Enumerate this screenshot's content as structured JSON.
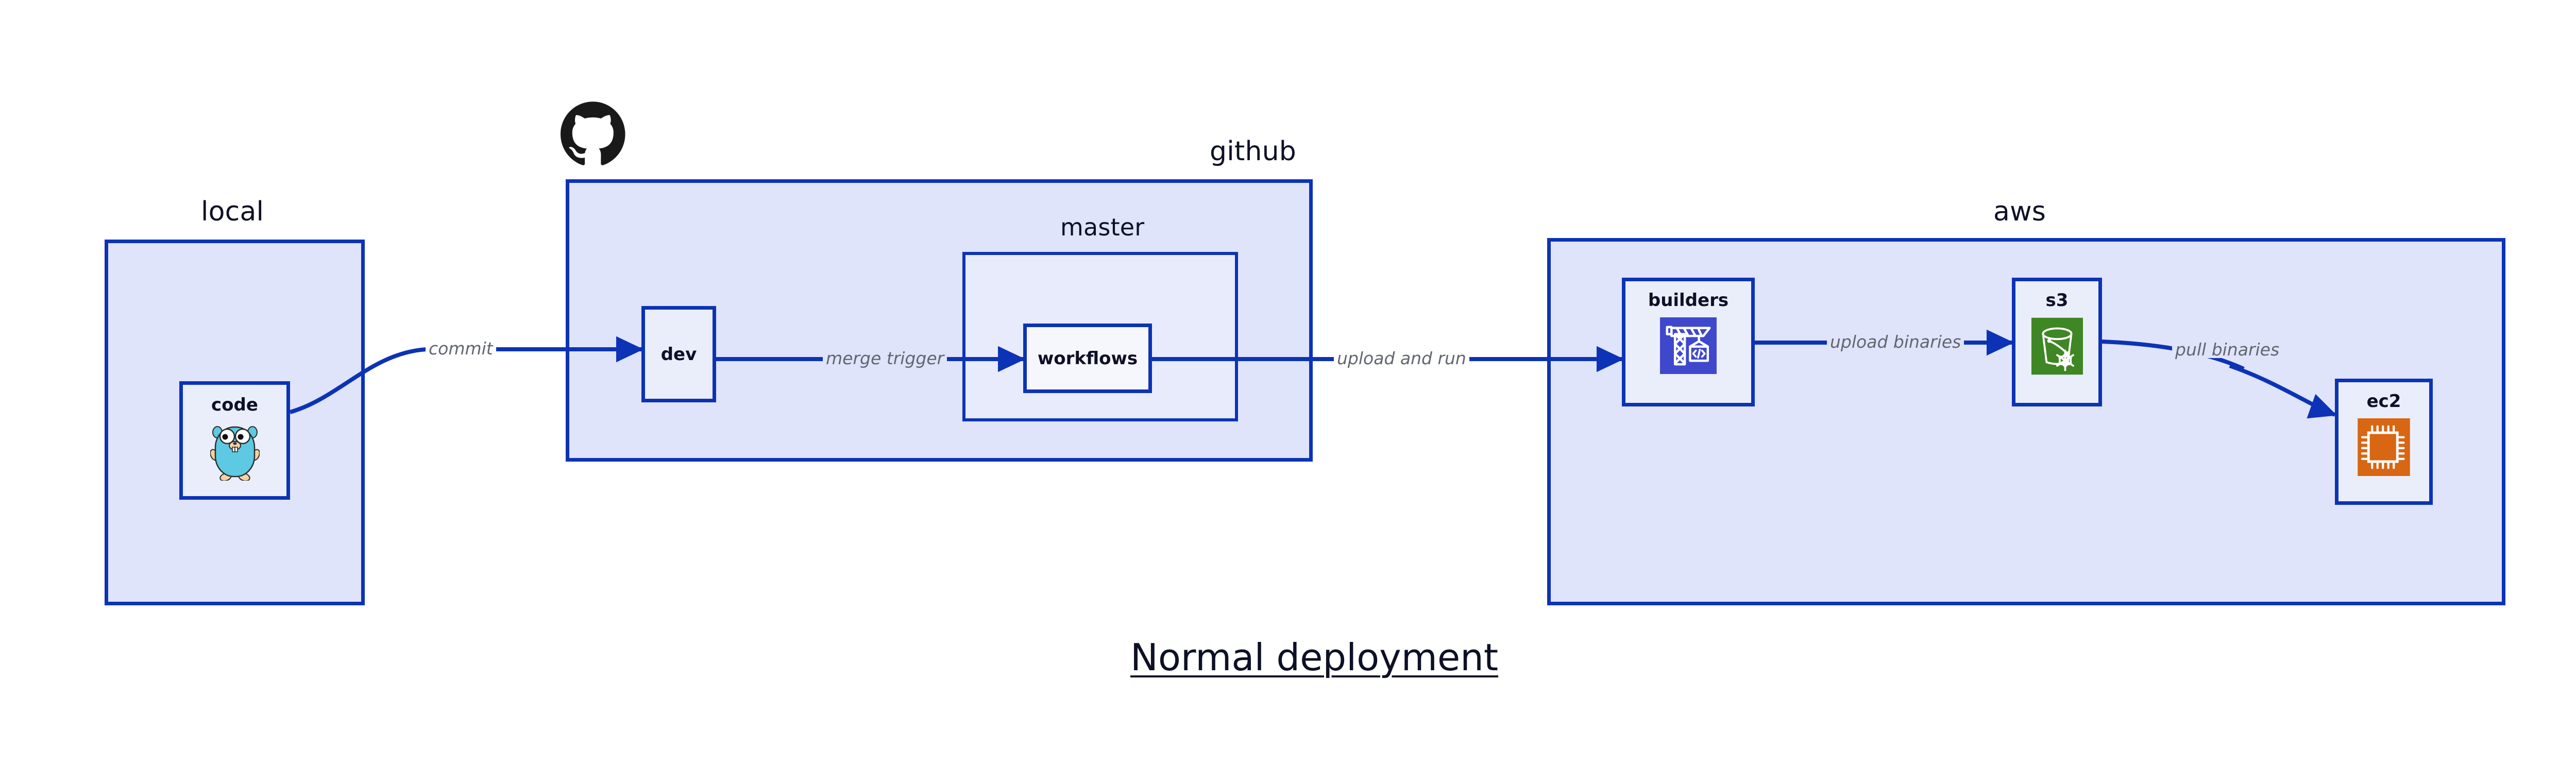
{
  "title": "Normal deployment",
  "colors": {
    "group_fill": "#dfe4fb",
    "nested_fill": "#e7ebfb",
    "node_fill": "#eaeefb",
    "node_fill_white": "#f6f7fd",
    "border_blue": "#0c33b5",
    "edge_blue": "#0c33b5",
    "text_dark": "#0d1026",
    "edge_label_gray": "#61666f",
    "page_bg": "#ffffff",
    "octocat_black": "#191919",
    "gopher_body": "#5dc9e2",
    "gopher_limb": "#f6d2a2",
    "builders_indigo": "#3f48cc",
    "s3_green": "#3f8624",
    "ec2_orange": "#d86613"
  },
  "groups": [
    {
      "id": "local",
      "label": "local"
    },
    {
      "id": "github",
      "label": "github"
    },
    {
      "id": "master",
      "label": "master"
    },
    {
      "id": "aws",
      "label": "aws"
    }
  ],
  "nodes": [
    {
      "id": "code",
      "label": "code",
      "icon": "go-gopher-icon"
    },
    {
      "id": "dev",
      "label": "dev",
      "icon": "none"
    },
    {
      "id": "workflows",
      "label": "workflows",
      "icon": "none"
    },
    {
      "id": "builders",
      "label": "builders",
      "icon": "aws-builders-crane-icon"
    },
    {
      "id": "s3",
      "label": "s3",
      "icon": "aws-s3-glacier-bucket-icon"
    },
    {
      "id": "ec2",
      "label": "ec2",
      "icon": "aws-ec2-chip-icon"
    }
  ],
  "edges": [
    {
      "id": "commit",
      "label": "commit",
      "from": "code",
      "to": "dev"
    },
    {
      "id": "merge-trigger",
      "label": "merge trigger",
      "from": "dev",
      "to": "workflows"
    },
    {
      "id": "upload-and-run",
      "label": "upload and run",
      "from": "workflows",
      "to": "builders"
    },
    {
      "id": "upload-binaries",
      "label": "upload binaries",
      "from": "builders",
      "to": "s3"
    },
    {
      "id": "pull-binaries",
      "label": "pull binaries",
      "from": "s3",
      "to": "ec2"
    }
  ],
  "logos": [
    {
      "id": "github-octocat",
      "name": "github-octocat-logo"
    }
  ]
}
